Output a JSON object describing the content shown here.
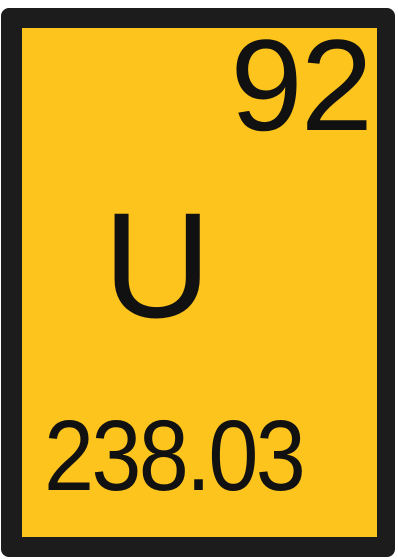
{
  "element": {
    "atomic_number": "92",
    "symbol": "U",
    "atomic_mass": "238.03"
  },
  "colors": {
    "card_background": "#fcc41c",
    "card_border": "#1c1c1c",
    "text": "#111111"
  }
}
